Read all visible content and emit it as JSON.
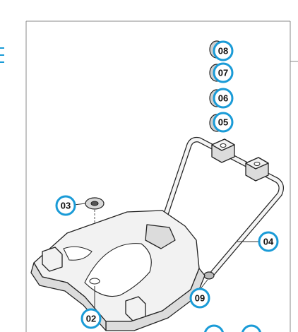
{
  "diagram": {
    "callouts": [
      {
        "id": "08",
        "label": "08"
      },
      {
        "id": "07",
        "label": "07"
      },
      {
        "id": "06",
        "label": "06"
      },
      {
        "id": "05",
        "label": "05"
      },
      {
        "id": "03",
        "label": "03"
      },
      {
        "id": "04",
        "label": "04"
      },
      {
        "id": "09",
        "label": "09"
      },
      {
        "id": "02",
        "label": "02"
      }
    ]
  },
  "colors": {
    "callout_ring": "#1a9bd7",
    "edge_mark": "#1a9bd7"
  }
}
